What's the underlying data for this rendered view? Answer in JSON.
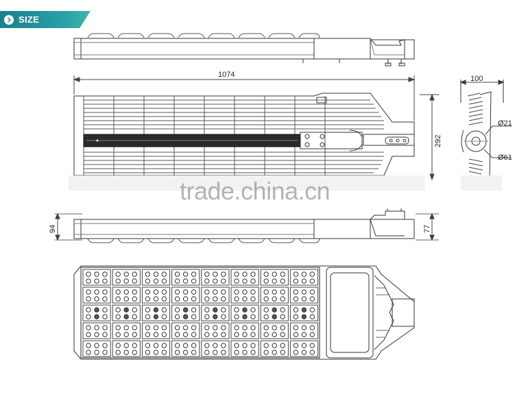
{
  "header": {
    "badge_label": "SIZE",
    "badge_color": "#2aa0a6",
    "badge_icon": "chevron-right-circle-icon"
  },
  "dimensions": {
    "length": "1074",
    "width": "100",
    "height": "292",
    "diameter_small": "Ø21",
    "diameter_large": "Ø61",
    "side_height_left": "94",
    "side_height_right": "77"
  },
  "watermark": {
    "text": "trade.china.cn"
  }
}
